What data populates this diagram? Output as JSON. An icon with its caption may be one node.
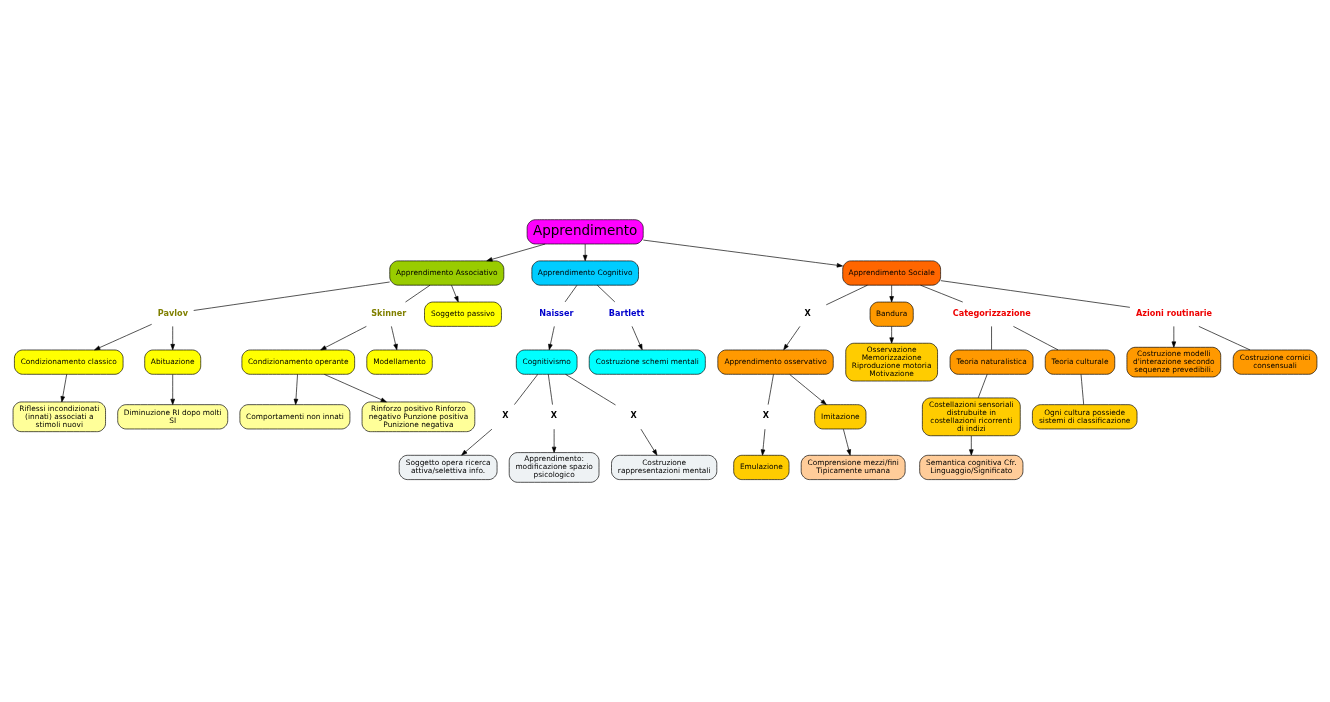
{
  "diagram": {
    "nodes": [
      {
        "text": [
          "Apprendimento"
        ]
      },
      {
        "text": [
          "Apprendimento Associativo"
        ]
      },
      {
        "text": [
          "Pavlov"
        ]
      },
      {
        "text": [
          "Skinner"
        ]
      },
      {
        "text": [
          "Soggetto passivo"
        ]
      },
      {
        "text": [
          "Condizionamento classico"
        ]
      },
      {
        "text": [
          "Abituazione"
        ]
      },
      {
        "text": [
          "Condizionamento operante"
        ]
      },
      {
        "text": [
          "Modellamento"
        ]
      },
      {
        "text": [
          "Riflessi incondizionati (innati) associati a stimoli nuovi"
        ]
      },
      {
        "text": [
          "Diminuzione RI dopo molti SI"
        ]
      },
      {
        "text": [
          "Comportamenti non innati"
        ]
      },
      {
        "text": [
          "Rinforzo positivo Rinforzo negativo Punzione positiva Punizione negativa"
        ]
      },
      {
        "text": [
          "Apprendimento Cognitivo"
        ]
      },
      {
        "text": [
          "Naisser"
        ]
      },
      {
        "text": [
          "Bartlett"
        ]
      },
      {
        "text": [
          "Cognitivismo"
        ]
      },
      {
        "text": [
          "Costruzione schemi mentali"
        ]
      },
      {
        "text": [
          "X"
        ]
      },
      {
        "text": [
          "X"
        ]
      },
      {
        "text": [
          "X"
        ]
      },
      {
        "text": [
          "Soggetto opera ricerca attiva/selettiva info."
        ]
      },
      {
        "text": [
          "Apprendimento: modificazione spazio psicologico"
        ]
      },
      {
        "text": [
          "Costruzione rappresentazioni mentali"
        ]
      },
      {
        "text": [
          "Apprendimento Sociale"
        ]
      },
      {
        "text": [
          "X"
        ]
      },
      {
        "text": [
          "Apprendimento osservativo"
        ]
      },
      {
        "text": [
          "X"
        ]
      },
      {
        "text": [
          "Emulazione"
        ]
      },
      {
        "text": [
          "Imitazione"
        ]
      },
      {
        "text": [
          "Comprensione mezzi/fini Tipicamente umana"
        ]
      },
      {
        "text": [
          "Bandura"
        ]
      },
      {
        "text": [
          "Osservazione Memorizzazione Riproduzione motoria Motivazione"
        ]
      },
      {
        "text": [
          "Categorizzazione"
        ]
      },
      {
        "text": [
          "Teoria naturalistica"
        ]
      },
      {
        "text": [
          "Teoria culturale"
        ]
      },
      {
        "text": [
          "Costellazioni sensoriali distrubuite in costellazioni ricorrenti di indizi"
        ]
      },
      {
        "text": [
          "Ogni cultura possiede sistemi di classificazione"
        ]
      },
      {
        "text": [
          "Semantica cognitiva Cfr. Linguaggio/Significato"
        ]
      },
      {
        "text": [
          "Azioni routinarie"
        ]
      },
      {
        "text": [
          "Costruzione modelli d'interazione secondo sequenze prevedibili."
        ]
      },
      {
        "text": [
          "Costruzione cornici consensuali"
        ]
      }
    ],
    "edges": [
      {
        "from": 0,
        "to": 1,
        "arrow": "to"
      },
      {
        "from": 0,
        "to": 13,
        "arrow": "to"
      },
      {
        "from": 0,
        "to": 24,
        "arrow": "to"
      },
      {
        "from": 1,
        "to": 4,
        "arrow": "to"
      },
      {
        "from": 1,
        "to": 2,
        "arrow": "none"
      },
      {
        "from": 1,
        "to": 3,
        "arrow": "none"
      },
      {
        "from": 2,
        "to": 5,
        "arrow": "to"
      },
      {
        "from": 2,
        "to": 6,
        "arrow": "to"
      },
      {
        "from": 3,
        "to": 7,
        "arrow": "to"
      },
      {
        "from": 3,
        "to": 8,
        "arrow": "to"
      },
      {
        "from": 5,
        "to": 9,
        "arrow": "to"
      },
      {
        "from": 6,
        "to": 10,
        "arrow": "to"
      },
      {
        "from": 7,
        "to": 11,
        "arrow": "to"
      },
      {
        "from": 7,
        "to": 12,
        "arrow": "to"
      },
      {
        "from": 13,
        "to": 14,
        "arrow": "none"
      },
      {
        "from": 13,
        "to": 15,
        "arrow": "none"
      },
      {
        "from": 14,
        "to": 16,
        "arrow": "to"
      },
      {
        "from": 15,
        "to": 17,
        "arrow": "to"
      },
      {
        "from": 16,
        "to": 18,
        "arrow": "none"
      },
      {
        "from": 16,
        "to": 19,
        "arrow": "none"
      },
      {
        "from": 16,
        "to": 20,
        "arrow": "none"
      },
      {
        "from": 18,
        "to": 21,
        "arrow": "to"
      },
      {
        "from": 19,
        "to": 22,
        "arrow": "to"
      },
      {
        "from": 20,
        "to": 23,
        "arrow": "to"
      },
      {
        "from": 24,
        "to": 25,
        "arrow": "none"
      },
      {
        "from": 25,
        "to": 26,
        "arrow": "to"
      },
      {
        "from": 26,
        "to": 27,
        "arrow": "none"
      },
      {
        "from": 27,
        "to": 28,
        "arrow": "to"
      },
      {
        "from": 26,
        "to": 29,
        "arrow": "to"
      },
      {
        "from": 29,
        "to": 30,
        "arrow": "to"
      },
      {
        "from": 24,
        "to": 31,
        "arrow": "to"
      },
      {
        "from": 31,
        "to": 32,
        "arrow": "to"
      },
      {
        "from": 24,
        "to": 33,
        "arrow": "none"
      },
      {
        "from": 33,
        "to": 34,
        "arrow": "none"
      },
      {
        "from": 33,
        "to": 35,
        "arrow": "none"
      },
      {
        "from": 34,
        "to": 36,
        "arrow": "none"
      },
      {
        "from": 35,
        "to": 37,
        "arrow": "none"
      },
      {
        "from": 36,
        "to": 38,
        "arrow": "to"
      },
      {
        "from": 24,
        "to": 39,
        "arrow": "none"
      },
      {
        "from": 39,
        "to": 40,
        "arrow": "to"
      },
      {
        "from": 39,
        "to": 41,
        "arrow": "none"
      }
    ]
  }
}
